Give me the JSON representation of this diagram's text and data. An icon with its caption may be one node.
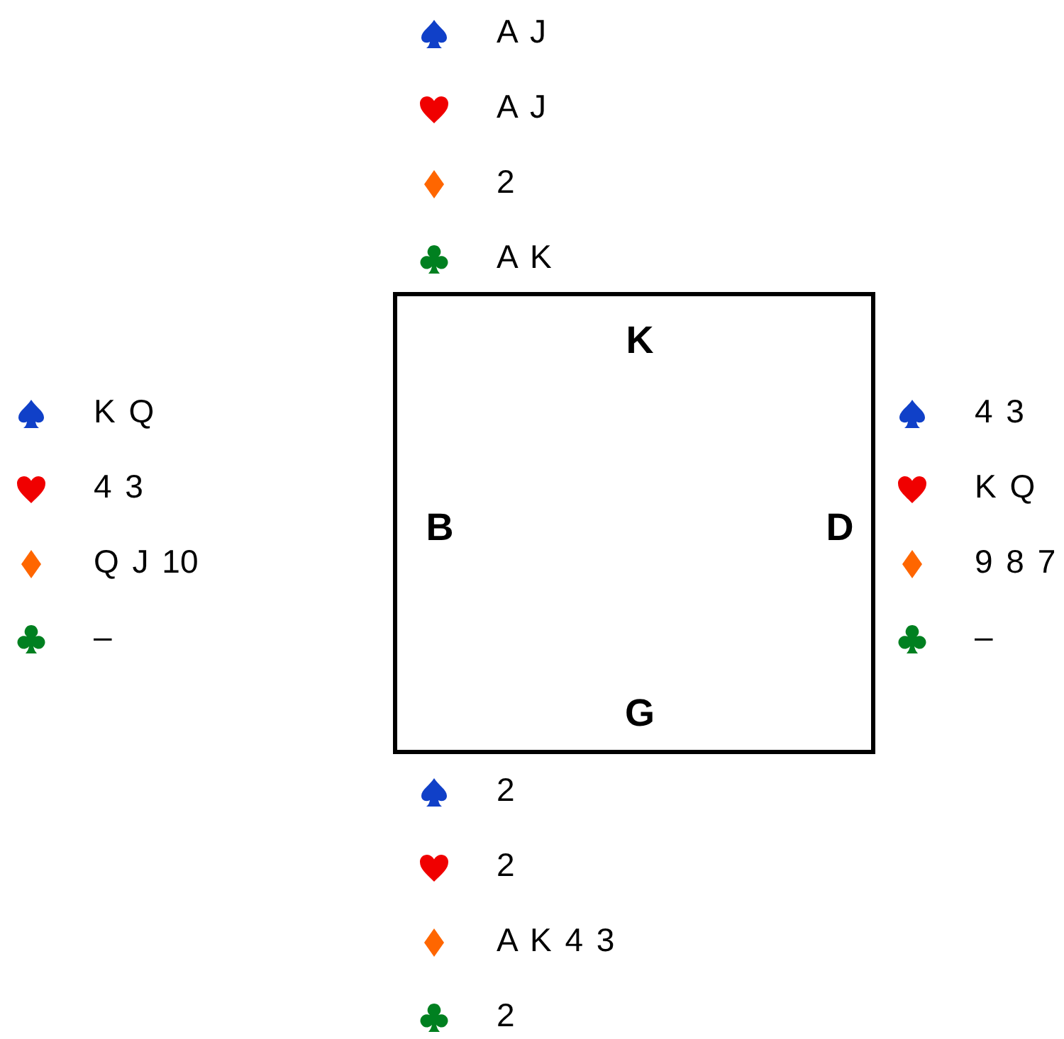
{
  "diagram": {
    "nodes": [
      {
        "text": [
          "K",
          "B",
          "D",
          "G"
        ]
      }
    ],
    "edges": [],
    "labels": [
      "A J",
      "A J",
      "2",
      "A K",
      "K Q",
      "4 3",
      "Q J 10",
      "–",
      "4 3",
      "K Q",
      "9 8 7",
      "–",
      "2",
      "2",
      "A K 4 3",
      "2"
    ]
  }
}
